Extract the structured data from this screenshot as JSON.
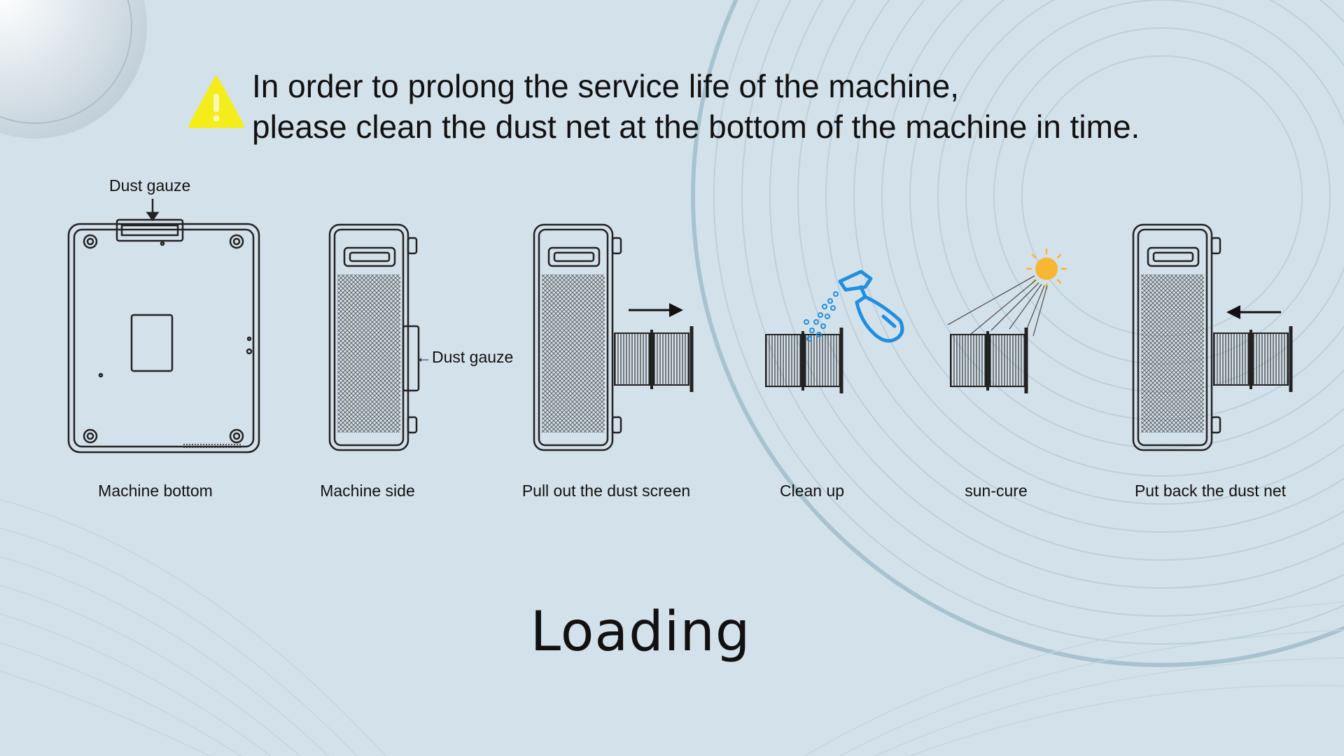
{
  "header": {
    "warning_icon": "warning-triangle-icon",
    "line1": "In order to prolong the service life of the machine,",
    "line2": "please clean the dust net at the bottom of the machine in time."
  },
  "callouts": {
    "bottom_dust_gauze": "Dust gauze",
    "side_dust_gauze": "←Dust gauze"
  },
  "steps": [
    {
      "caption": "Machine bottom"
    },
    {
      "caption": "Machine side"
    },
    {
      "caption": "Pull out  the dust screen"
    },
    {
      "caption": "Clean up"
    },
    {
      "caption": "sun-cure"
    },
    {
      "caption": "Put back the dust net"
    }
  ],
  "status": {
    "loading": "Loading"
  },
  "colors": {
    "background": "#d3e1ea",
    "warning": "#f4ec1b",
    "spray": "#1f8fe0",
    "sun": "#f7b733"
  }
}
